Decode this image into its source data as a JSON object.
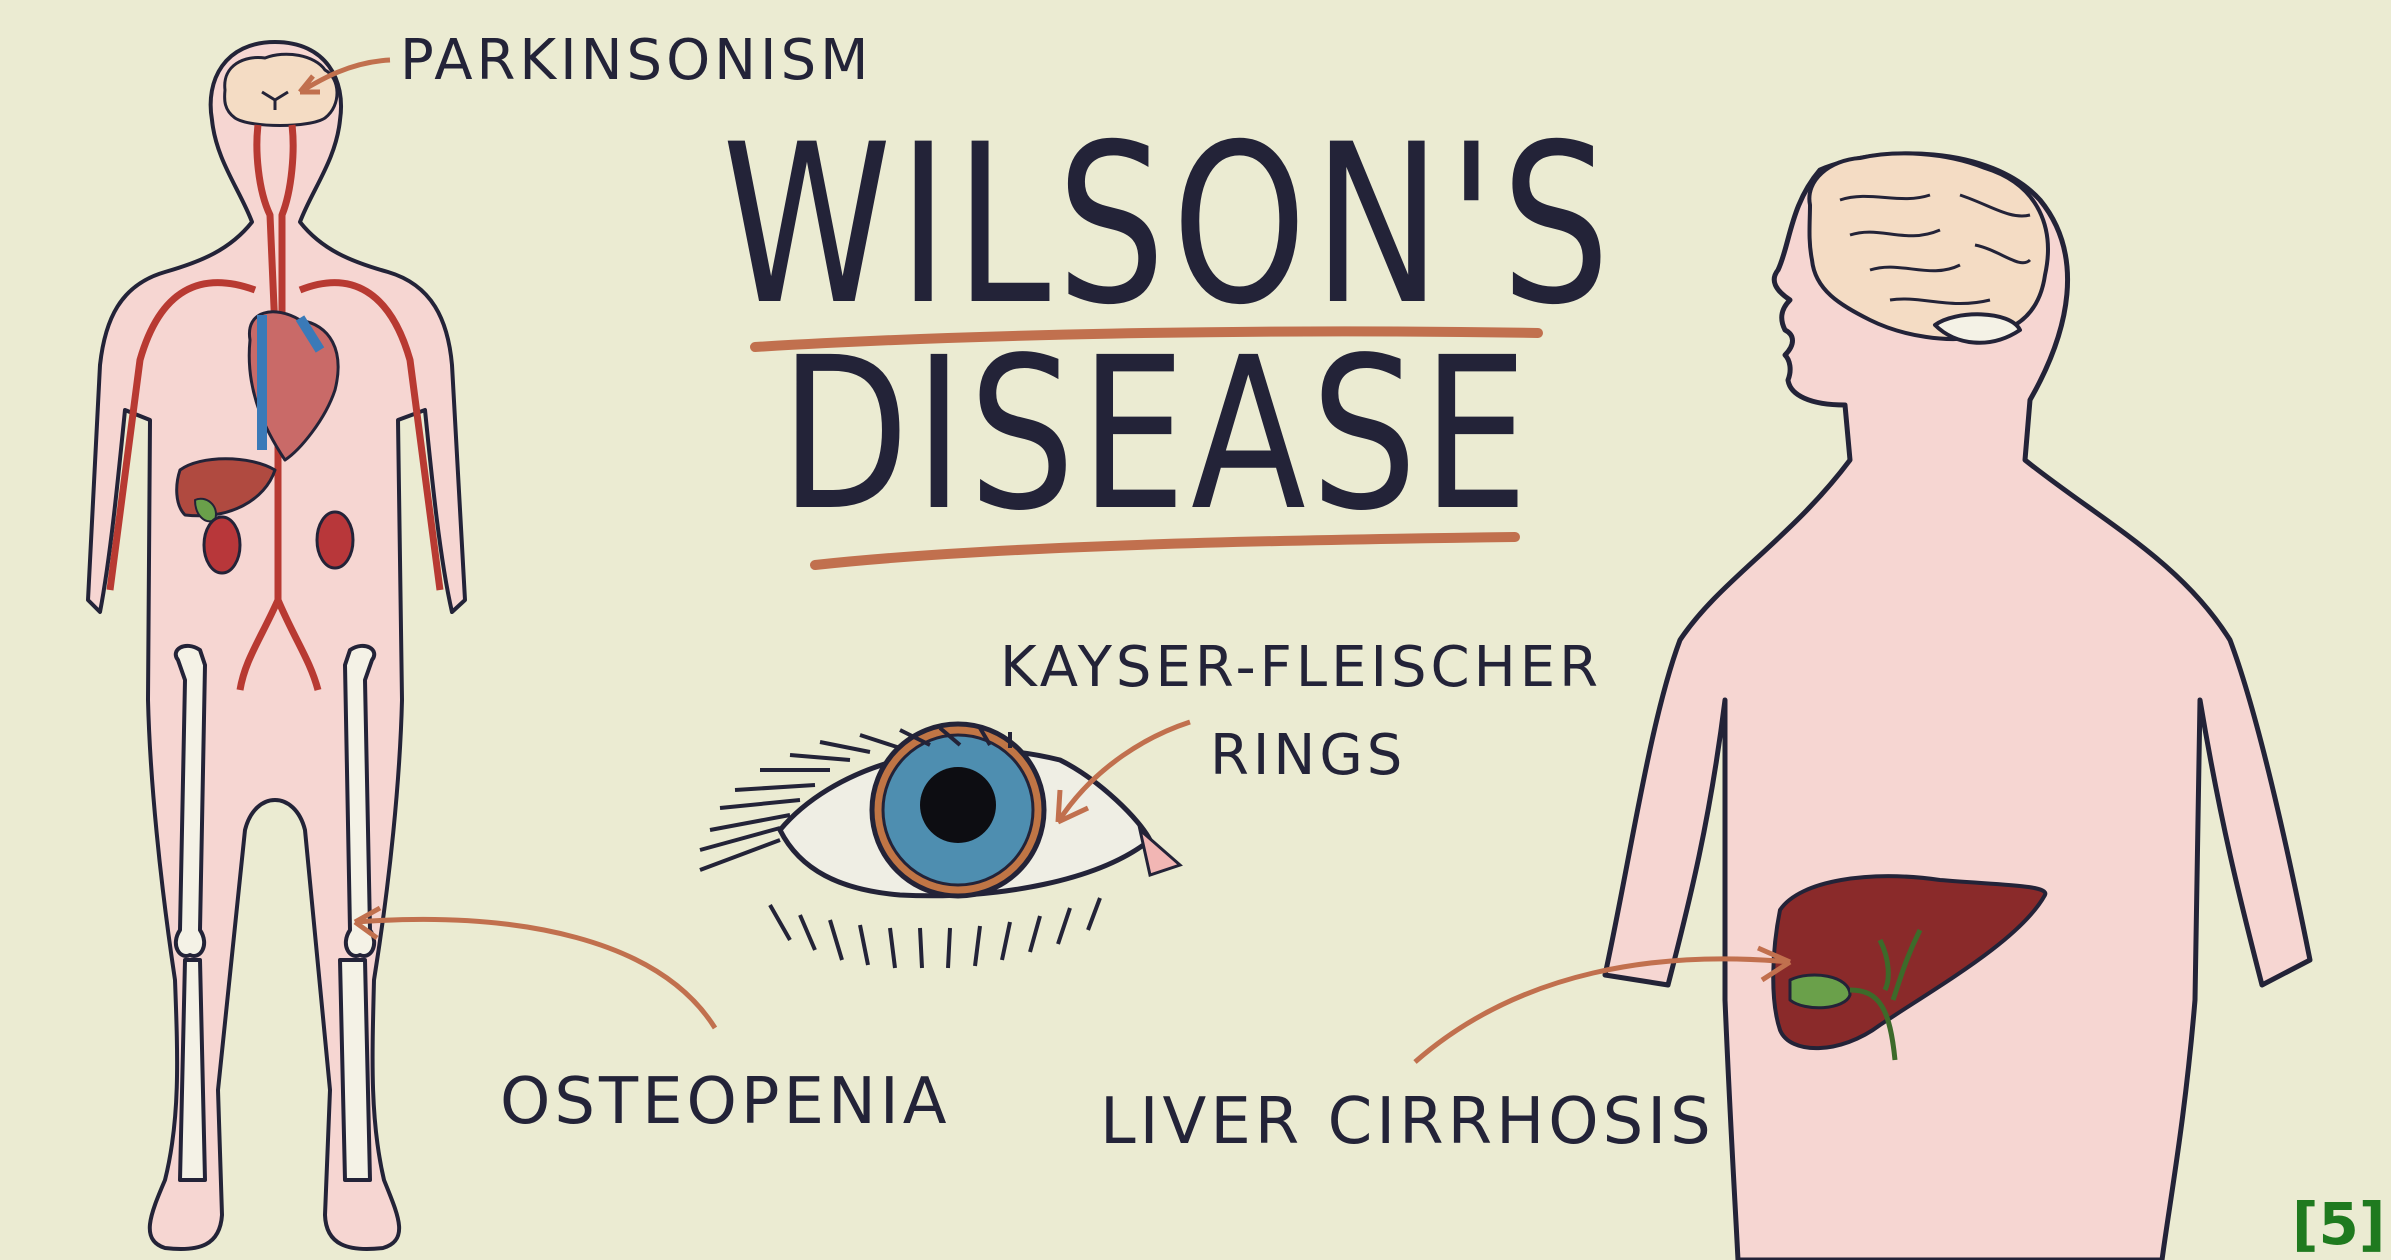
{
  "title": {
    "line1": "WILSON'S",
    "line2": "DISEASE"
  },
  "labels": {
    "parkinsonism": "PARKINSONISM",
    "kayser_fleischer_line1": "KAYSER-FLEISCHER",
    "kayser_fleischer_line2": "RINGS",
    "osteopenia": "OSTEOPENIA",
    "liver_cirrhosis": "LIVER CIRRHOSIS"
  },
  "reference": "[5]",
  "colors": {
    "background": "#ebebd2",
    "ink": "#232338",
    "skin": "#f6d6d2",
    "accent_line": "#c1704e",
    "vessel": "#b83a32",
    "iris": "#4e8eb0",
    "liver": "#7a2a28",
    "gallbladder": "#5e9a3c",
    "reference": "#1f7a1f"
  }
}
